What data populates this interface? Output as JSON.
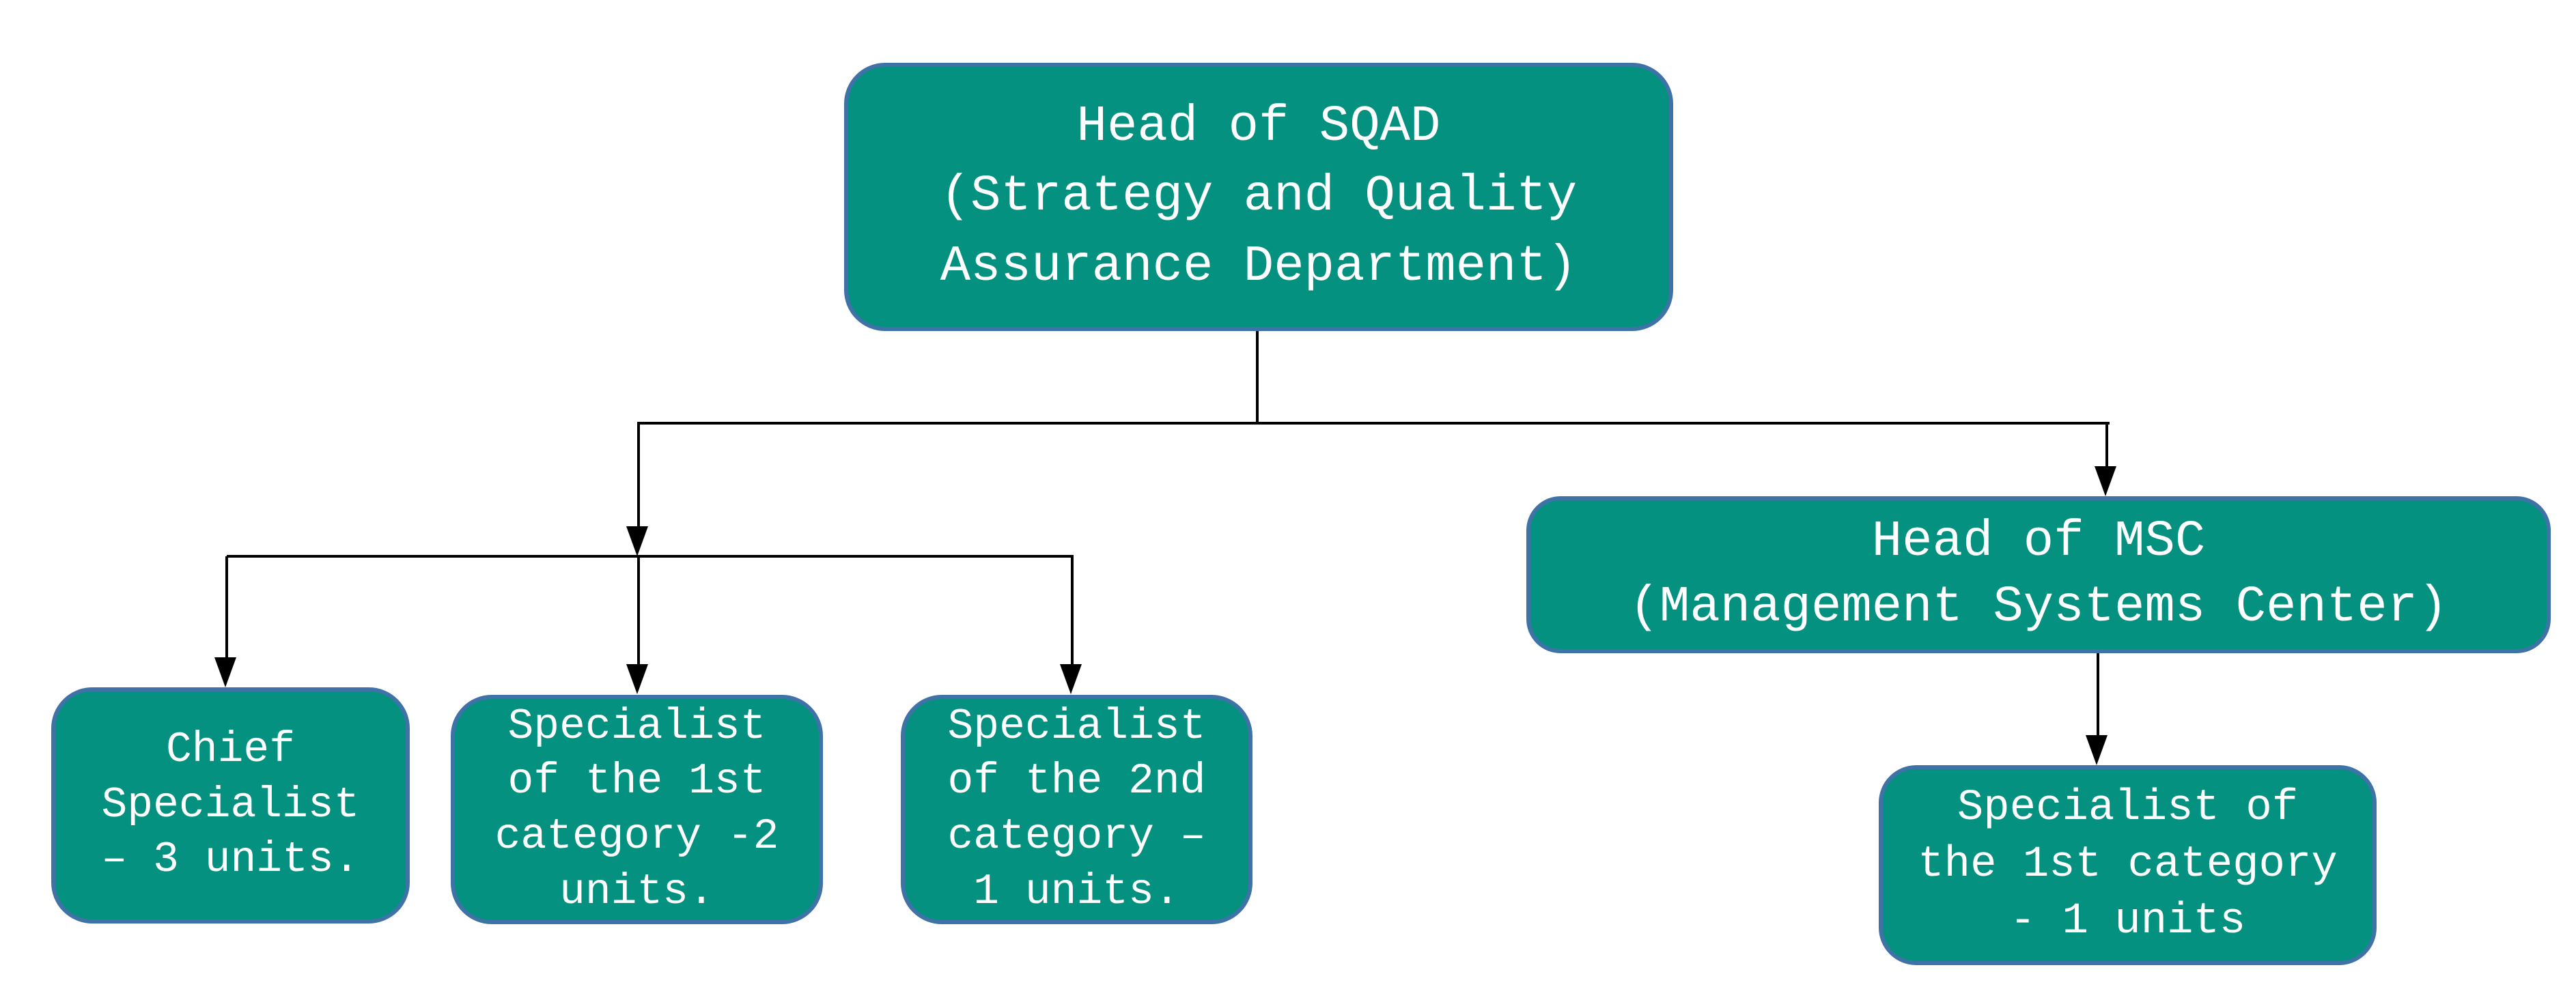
{
  "theme": {
    "background": "#ffffff",
    "node_fill": "#049180",
    "node_border": "#3f72a6",
    "connector": "#000000",
    "text": "#ffffff"
  },
  "nodes": {
    "head_sqad": {
      "label": "Head of SQAD\n(Strategy and Quality\nAssurance Department)"
    },
    "head_msc": {
      "label": "Head of MSC\n(Management Systems Center)"
    },
    "chief_specialist": {
      "label": "Chief\nSpecialist\n– 3 units."
    },
    "specialist_1st_cat": {
      "label": "Specialist\nof the 1st\ncategory -2\nunits."
    },
    "specialist_2nd_cat": {
      "label": "Specialist\nof the 2nd\ncategory –\n1 units."
    },
    "msc_specialist_1st_cat": {
      "label": "Specialist of\nthe 1st category\n- 1 units"
    }
  }
}
